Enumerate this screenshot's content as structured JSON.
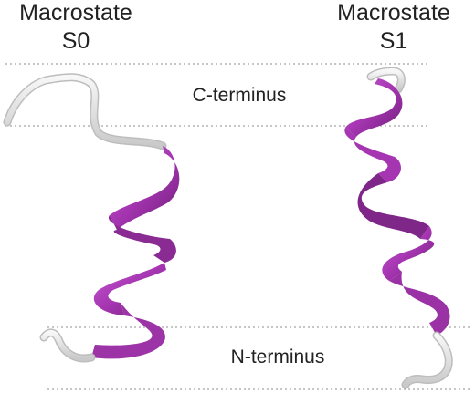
{
  "macrostates": [
    {
      "title_line1": "Macrostate",
      "title_line2": "S0"
    },
    {
      "title_line1": "Macrostate",
      "title_line2": "S1"
    }
  ],
  "regions": {
    "c_terminus": "C-terminus",
    "n_terminus": "N-terminus"
  },
  "colors": {
    "helix": "#b13fbd",
    "helix_dark": "#7a2383",
    "coil": "#e8e8e8",
    "guide": "#8c8c8c"
  }
}
